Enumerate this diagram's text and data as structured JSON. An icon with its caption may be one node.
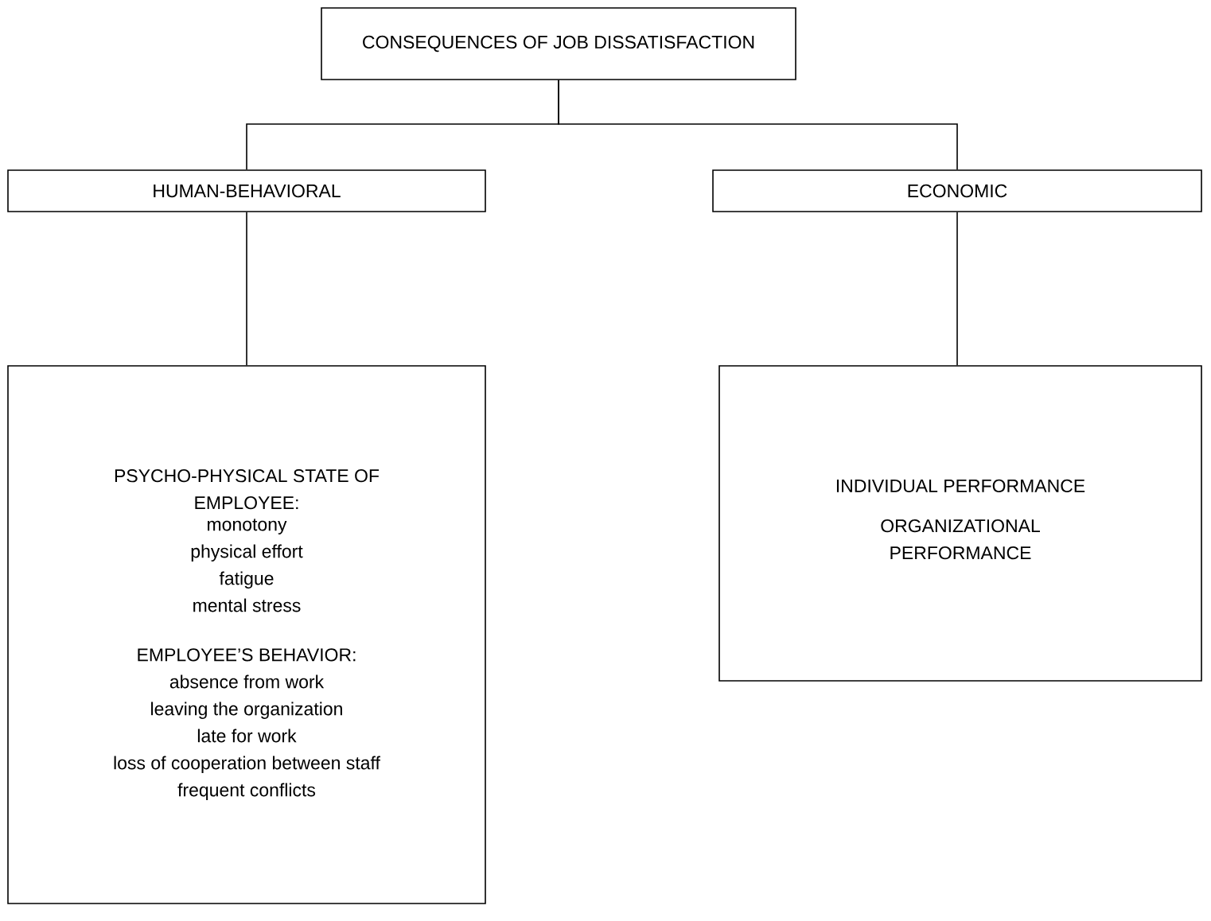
{
  "diagram": {
    "nodes": [
      {
        "text": [
          "CONSEQUENCES OF JOB DISSATISFACTION"
        ]
      },
      {
        "text": [
          "HUMAN-BEHAVIORAL"
        ]
      },
      {
        "text": [
          "ECONOMIC"
        ]
      },
      {
        "text": [
          "PSYCHO-PHYSICAL STATE OF EMPLOYEE:",
          "monotony",
          "physical effort",
          "fatigue",
          "mental stress",
          "EMPLOYEE’S BEHAVIOR:",
          "absence from work",
          "leaving the organization",
          "late for work",
          "loss of cooperation between staff",
          "frequent conflicts"
        ]
      },
      {
        "text": [
          "INDIVIDUAL PERFORMANCE",
          "ORGANIZATIONAL PERFORMANCE"
        ]
      }
    ],
    "edges": [
      {
        "from": 0,
        "to": 1,
        "arrow": "none"
      },
      {
        "from": 0,
        "to": 2,
        "arrow": "none"
      },
      {
        "from": 1,
        "to": 3,
        "arrow": "none"
      },
      {
        "from": 2,
        "to": 4,
        "arrow": "none"
      }
    ]
  }
}
